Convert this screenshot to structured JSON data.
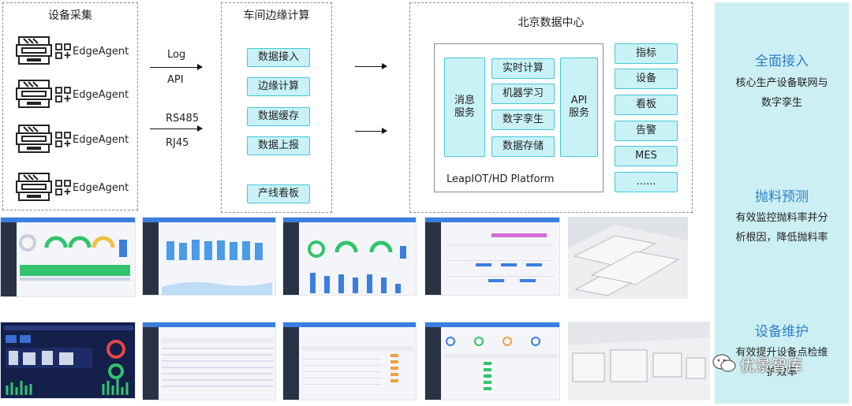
{
  "collection": {
    "title": "设备采集",
    "agents": [
      "EdgeAgent",
      "EdgeAgent",
      "EdgeAgent",
      "EdgeAgent"
    ]
  },
  "protocols": {
    "log": "Log",
    "api": "API",
    "rs485": "RS485",
    "rj45": "RJ45"
  },
  "edge": {
    "title": "车间边缘计算",
    "items": [
      "数据接入",
      "边缘计算",
      "数据缓存",
      "数据上报",
      "产线看板"
    ]
  },
  "dc": {
    "title": "北京数据中心",
    "message_service": "消息\n服务",
    "compute": [
      "实时计算",
      "机器学习",
      "数字孪生",
      "数据存储"
    ],
    "api_service": "API\n服务",
    "platform": "LeapIOT/HD Platform",
    "outputs": [
      "指标",
      "设备",
      "看板",
      "告警",
      "MES",
      "......"
    ]
  },
  "side": {
    "sections": [
      {
        "title": "全面接入",
        "desc": [
          "核心生产设备联网与",
          "数字孪生"
        ]
      },
      {
        "title": "抛料预测",
        "desc": [
          "有效监控抛料率并分",
          "析根因，降低抛料率"
        ]
      },
      {
        "title": "设备维护",
        "desc": [
          "有效提升设备点检维",
          "护效率"
        ]
      }
    ]
  },
  "watermark": "优景智库",
  "colors": {
    "box_fill": "#c9f2f7",
    "box_border": "#43c6d9",
    "side_bg": "#cceff3",
    "side_title": "#2f7fc9"
  },
  "icons": {
    "machine": "machine-icon",
    "agent": "edge-agent-icon",
    "wechat": "wechat-icon"
  }
}
